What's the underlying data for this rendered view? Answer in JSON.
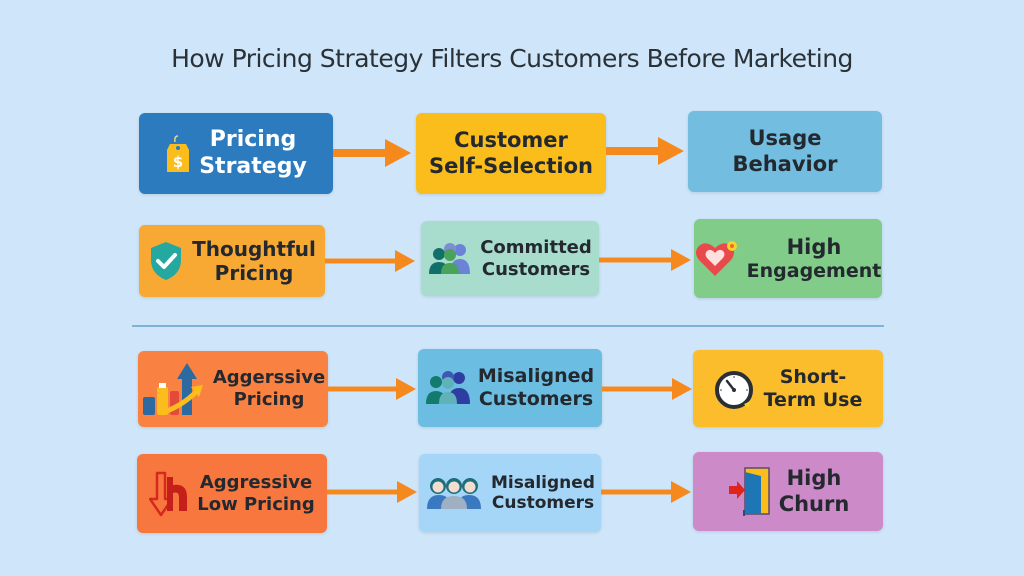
{
  "title": "How Pricing Strategy Filters Customers Before Marketing",
  "colors": {
    "background": "#cfe6fa",
    "arrow": "#f5891e",
    "divider": "#7fb3d6"
  },
  "header_row": {
    "nodes": [
      {
        "id": "pricing-strategy",
        "line1": "Pricing",
        "line2": "Strategy",
        "icon": "price-tag-dollar-icon",
        "color": "#2c7bbf"
      },
      {
        "id": "customer-self-selection",
        "line1": "Customer",
        "line2": "Self-Selection",
        "icon": null,
        "color": "#fbbd1c"
      },
      {
        "id": "usage-behavior",
        "line1": "Usage",
        "line2": "Behavior",
        "icon": null,
        "color": "#72bde0"
      }
    ]
  },
  "flows": [
    {
      "name": "thoughtful",
      "nodes": [
        {
          "line1": "Thoughtful",
          "line2": "Pricing",
          "icon": "shield-check-icon",
          "color": "#f8a933"
        },
        {
          "line1": "Committed",
          "line2": "Customers",
          "icon": "users-group-icon",
          "color": "#a8dccc"
        },
        {
          "line1": "High",
          "line2": "Engagement",
          "icon": "heart-icon",
          "color": "#80cc88"
        }
      ]
    },
    {
      "name": "aggressive",
      "nodes": [
        {
          "line1": "Aggerssive",
          "line2": "Pricing",
          "icon": "rising-bars-arrow-icon",
          "color": "#f98142"
        },
        {
          "line1": "Misaligned",
          "line2": "Customers",
          "icon": "users-group-icon",
          "color": "#6cbde2"
        },
        {
          "line1": "Short-",
          "line2": "Term Use",
          "icon": "stopwatch-icon",
          "color": "#fbbd2c"
        }
      ]
    },
    {
      "name": "aggressive-low",
      "nodes": [
        {
          "line1": "Aggressive",
          "line2": "Low Pricing",
          "icon": "down-arrow-icon",
          "color": "#f8773e"
        },
        {
          "line1": "Misaligned",
          "line2": "Customers",
          "icon": "users-trio-icon",
          "color": "#a5d5f7"
        },
        {
          "line1": "High",
          "line2": "Churn",
          "icon": "exit-door-icon",
          "color": "#cc8ac9"
        }
      ]
    }
  ]
}
